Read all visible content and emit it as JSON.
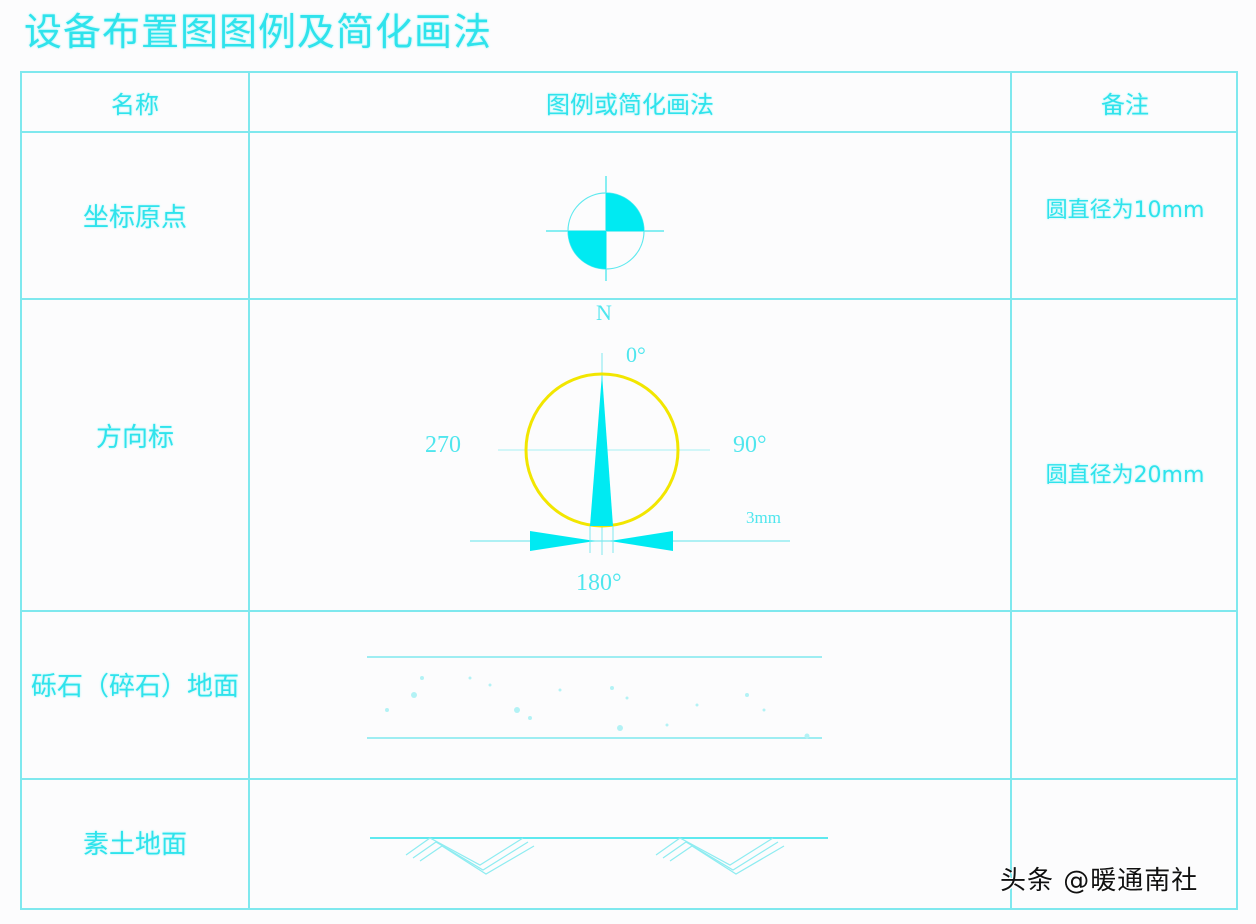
{
  "title": "设备布置图图例及简化画法",
  "table": {
    "headers": [
      "名称",
      "图例或简化画法",
      "备注"
    ],
    "rows": [
      {
        "name": "坐标原点",
        "symbol": "coordinate-origin-symbol",
        "note": "圆直径为10mm"
      },
      {
        "name": "方向标",
        "symbol": "north-arrow-symbol",
        "note": "圆直径为20mm"
      },
      {
        "name": "砾石（碎石）地面",
        "symbol": "gravel-ground-hatch",
        "note": ""
      },
      {
        "name": "素土地面",
        "symbol": "plain-soil-ground-hatch",
        "note": ""
      }
    ]
  },
  "north_arrow": {
    "north_label": "N",
    "deg_0": "0°",
    "deg_90": "90°",
    "deg_180": "180°",
    "deg_270": "270",
    "dim_label": "3mm"
  },
  "colors": {
    "line": "#7fe8ee",
    "text": "#2fe3ec",
    "fill": "#00eaf2",
    "circle": "#f2e600"
  },
  "watermark": "头条 @暖通南社"
}
